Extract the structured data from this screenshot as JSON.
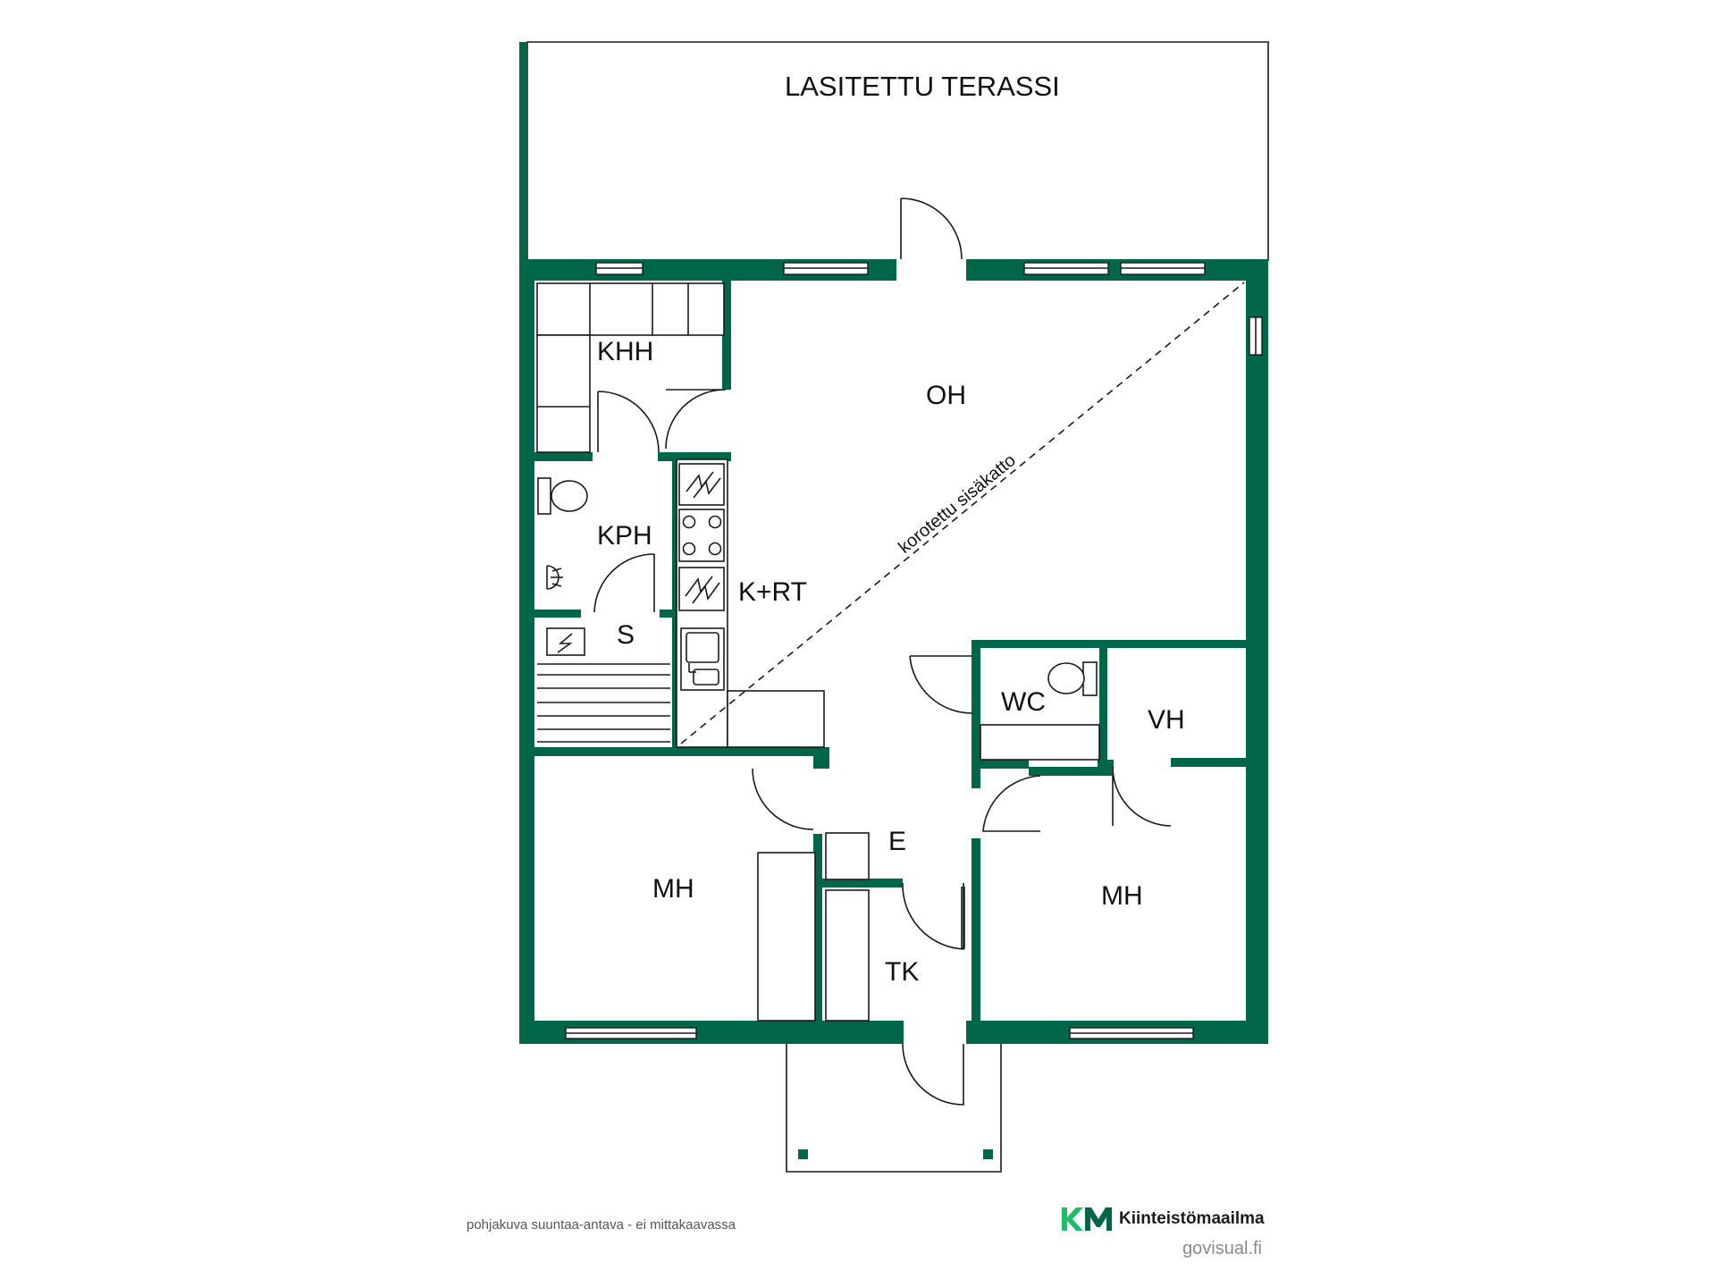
{
  "rooms": {
    "terrace": "LASITETTU TERASSI",
    "utility": "KHH",
    "living": "OH",
    "bathroom": "KPH",
    "kitchen": "K+RT",
    "sauna": "S",
    "wc": "WC",
    "closet_vh": "VH",
    "bedroom_left": "MH",
    "bedroom_right": "MH",
    "entrance": "E",
    "closet_tk": "TK"
  },
  "ceiling_note": "korotettu sisäkatto",
  "footer": {
    "disclaimer": "pohjakuva suuntaa-antava - ei mittakaavassa",
    "brand_name": "Kiinteistömaailma",
    "credit": "govisual.fi"
  },
  "colors": {
    "wall": "#00664a",
    "brand_green": "#1bbf6b",
    "brand_dark": "#00664a"
  },
  "icons": [
    "electric-range-icon",
    "stove-hob-icon",
    "sink-icon",
    "toilet-icon",
    "shower-icon",
    "sauna-heater-icon",
    "km-logo-icon"
  ]
}
